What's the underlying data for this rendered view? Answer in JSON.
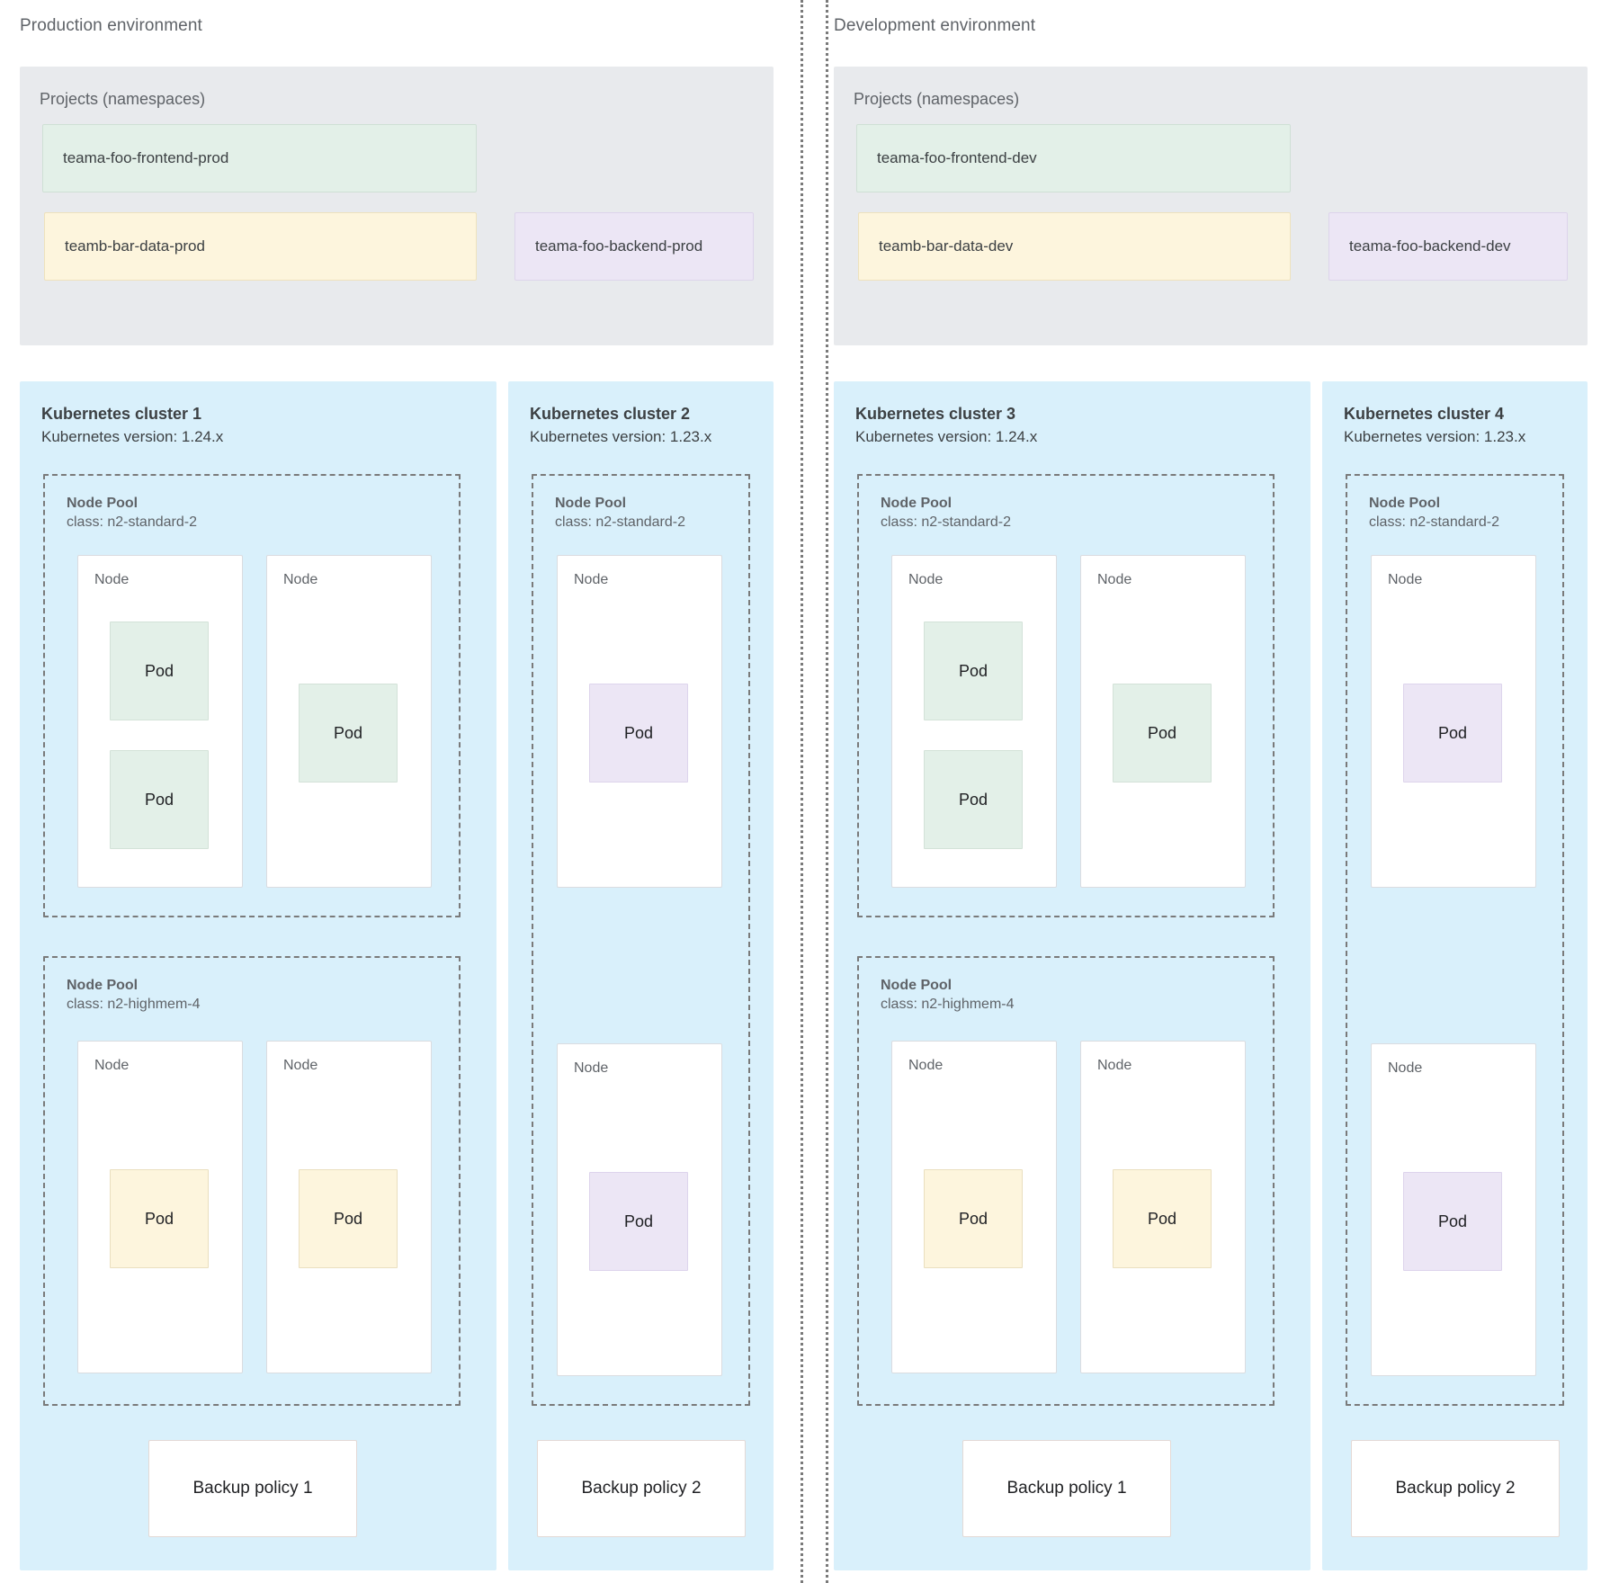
{
  "environments": [
    {
      "id": "production",
      "title": "Production environment",
      "projects": {
        "label": "Projects (namespaces)",
        "namespaces": [
          {
            "name": "teama-foo-frontend-prod",
            "color": "green",
            "hex": "#e3f0e8"
          },
          {
            "name": "teamb-bar-data-prod",
            "color": "yellow",
            "hex": "#fdf5dd"
          },
          {
            "name": "teama-foo-backend-prod",
            "color": "purple",
            "hex": "#ece6f5"
          }
        ]
      },
      "clusters": [
        {
          "name": "Kubernetes cluster 1",
          "version": "Kubernetes version: 1.24.x",
          "layout": "wide",
          "node_pools": [
            {
              "label": "Node Pool",
              "class": "class: n2-standard-2",
              "nodes": [
                {
                  "label": "Node",
                  "pods": [
                    {
                      "label": "Pod",
                      "color": "green"
                    },
                    {
                      "label": "Pod",
                      "color": "green"
                    }
                  ]
                },
                {
                  "label": "Node",
                  "pods": [
                    {
                      "label": "Pod",
                      "color": "green"
                    }
                  ]
                }
              ]
            },
            {
              "label": "Node Pool",
              "class": "class: n2-highmem-4",
              "nodes": [
                {
                  "label": "Node",
                  "pods": [
                    {
                      "label": "Pod",
                      "color": "yellow"
                    }
                  ]
                },
                {
                  "label": "Node",
                  "pods": [
                    {
                      "label": "Pod",
                      "color": "yellow"
                    }
                  ]
                }
              ]
            }
          ],
          "backup_policy": "Backup policy 1"
        },
        {
          "name": "Kubernetes cluster 2",
          "version": "Kubernetes version: 1.23.x",
          "layout": "narrow",
          "node_pools": [
            {
              "label": "Node Pool",
              "class": "class: n2-standard-2",
              "nodes": [
                {
                  "label": "Node",
                  "pods": [
                    {
                      "label": "Pod",
                      "color": "purple"
                    }
                  ]
                },
                {
                  "label": "Node",
                  "pods": [
                    {
                      "label": "Pod",
                      "color": "purple"
                    }
                  ]
                }
              ]
            }
          ],
          "backup_policy": "Backup policy 2"
        }
      ]
    },
    {
      "id": "development",
      "title": "Development environment",
      "projects": {
        "label": "Projects (namespaces)",
        "namespaces": [
          {
            "name": "teama-foo-frontend-dev",
            "color": "green",
            "hex": "#e3f0e8"
          },
          {
            "name": "teamb-bar-data-dev",
            "color": "yellow",
            "hex": "#fdf5dd"
          },
          {
            "name": "teama-foo-backend-dev",
            "color": "purple",
            "hex": "#ece6f5"
          }
        ]
      },
      "clusters": [
        {
          "name": "Kubernetes cluster 3",
          "version": "Kubernetes version: 1.24.x",
          "layout": "wide",
          "node_pools": [
            {
              "label": "Node Pool",
              "class": "class: n2-standard-2",
              "nodes": [
                {
                  "label": "Node",
                  "pods": [
                    {
                      "label": "Pod",
                      "color": "green"
                    },
                    {
                      "label": "Pod",
                      "color": "green"
                    }
                  ]
                },
                {
                  "label": "Node",
                  "pods": [
                    {
                      "label": "Pod",
                      "color": "green"
                    }
                  ]
                }
              ]
            },
            {
              "label": "Node Pool",
              "class": "class: n2-highmem-4",
              "nodes": [
                {
                  "label": "Node",
                  "pods": [
                    {
                      "label": "Pod",
                      "color": "yellow"
                    }
                  ]
                },
                {
                  "label": "Node",
                  "pods": [
                    {
                      "label": "Pod",
                      "color": "yellow"
                    }
                  ]
                }
              ]
            }
          ],
          "backup_policy": "Backup policy 1"
        },
        {
          "name": "Kubernetes cluster 4",
          "version": "Kubernetes version: 1.23.x",
          "layout": "narrow",
          "node_pools": [
            {
              "label": "Node Pool",
              "class": "class: n2-standard-2",
              "nodes": [
                {
                  "label": "Node",
                  "pods": [
                    {
                      "label": "Pod",
                      "color": "purple"
                    }
                  ]
                },
                {
                  "label": "Node",
                  "pods": [
                    {
                      "label": "Pod",
                      "color": "purple"
                    }
                  ]
                }
              ]
            }
          ],
          "backup_policy": "Backup policy 2"
        }
      ]
    }
  ],
  "colors": {
    "cluster_panel": "#d9f0fb",
    "projects_panel": "#e8eaed",
    "green": "#e3f0e8",
    "yellow": "#fdf5dd",
    "purple": "#ece6f5",
    "divider": "#7a7a7a",
    "text": "#3c4043",
    "muted_text": "#5f6368"
  }
}
